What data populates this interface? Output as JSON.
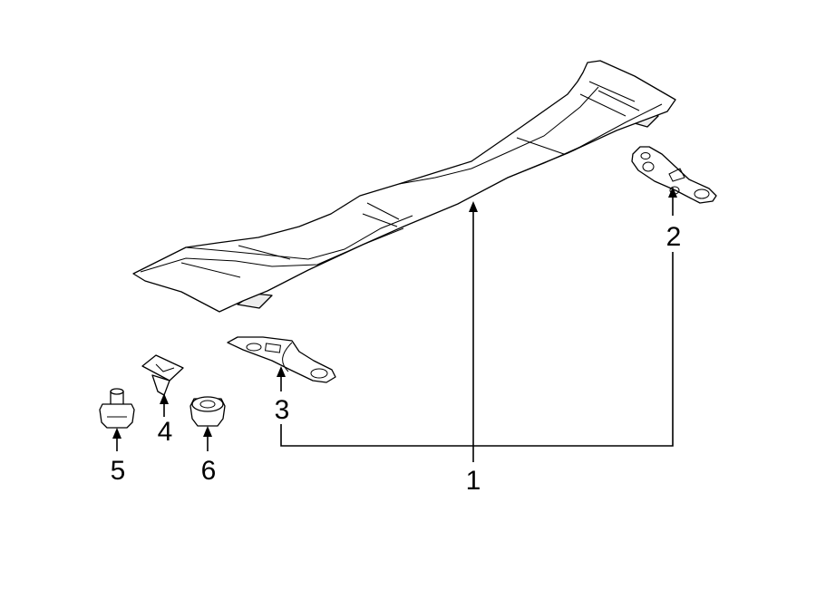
{
  "callouts": {
    "part_1": "1",
    "part_2": "2",
    "part_3": "3",
    "part_4": "4",
    "part_5": "5",
    "part_6": "6"
  },
  "colors": {
    "background": "#ffffff",
    "line": "#000000",
    "shade": "#ededed"
  }
}
